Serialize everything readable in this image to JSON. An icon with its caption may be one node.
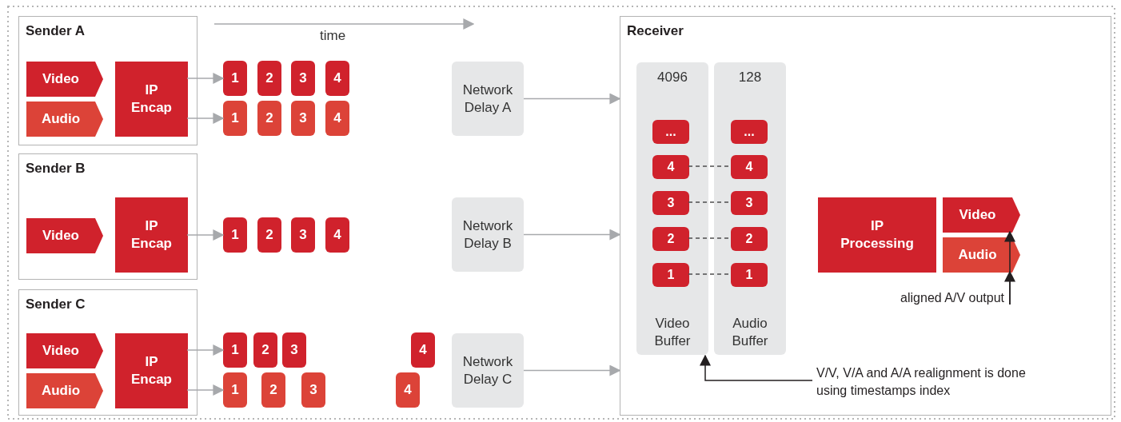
{
  "diagram": {
    "nodes": [
      {
        "text": [
          "Sender A"
        ]
      },
      {
        "text": [
          "Video"
        ],
        "in": 0
      },
      {
        "text": [
          "Audio"
        ],
        "in": 0
      },
      {
        "text": [
          "IP Encap"
        ],
        "in": 0
      },
      {
        "text": [
          "1"
        ]
      },
      {
        "text": [
          "2"
        ]
      },
      {
        "text": [
          "3"
        ]
      },
      {
        "text": [
          "4"
        ]
      },
      {
        "text": [
          "1"
        ]
      },
      {
        "text": [
          "2"
        ]
      },
      {
        "text": [
          "3"
        ]
      },
      {
        "text": [
          "4"
        ]
      },
      {
        "text": [
          "Sender B"
        ]
      },
      {
        "text": [
          "Video"
        ],
        "in": 12
      },
      {
        "text": [
          "IP Encap"
        ],
        "in": 12
      },
      {
        "text": [
          "1"
        ]
      },
      {
        "text": [
          "2"
        ]
      },
      {
        "text": [
          "3"
        ]
      },
      {
        "text": [
          "4"
        ]
      },
      {
        "text": [
          "Sender C"
        ]
      },
      {
        "text": [
          "Video"
        ],
        "in": 19
      },
      {
        "text": [
          "Audio"
        ],
        "in": 19
      },
      {
        "text": [
          "IP Encap"
        ],
        "in": 19
      },
      {
        "text": [
          "1"
        ]
      },
      {
        "text": [
          "2"
        ]
      },
      {
        "text": [
          "3"
        ]
      },
      {
        "text": [
          "4"
        ]
      },
      {
        "text": [
          "1"
        ]
      },
      {
        "text": [
          "2"
        ]
      },
      {
        "text": [
          "3"
        ]
      },
      {
        "text": [
          "4"
        ]
      },
      {
        "text": [
          "Network Delay A"
        ]
      },
      {
        "text": [
          "Network Delay B"
        ]
      },
      {
        "text": [
          "Network Delay C"
        ]
      },
      {
        "text": [
          "Receiver"
        ]
      },
      {
        "text": [
          "4096",
          "Video Buffer"
        ],
        "in": 34
      },
      {
        "text": [
          "..."
        ],
        "in": 35
      },
      {
        "text": [
          "4"
        ],
        "in": 35
      },
      {
        "text": [
          "3"
        ],
        "in": 35
      },
      {
        "text": [
          "2"
        ],
        "in": 35
      },
      {
        "text": [
          "1"
        ],
        "in": 35
      },
      {
        "text": [
          "128",
          "Audio Buffer"
        ],
        "in": 34
      },
      {
        "text": [
          "..."
        ],
        "in": 41
      },
      {
        "text": [
          "4"
        ],
        "in": 41
      },
      {
        "text": [
          "3"
        ],
        "in": 41
      },
      {
        "text": [
          "2"
        ],
        "in": 41
      },
      {
        "text": [
          "1"
        ],
        "in": 41
      },
      {
        "text": [
          "IP Processing"
        ],
        "in": 34
      },
      {
        "text": [
          "Video"
        ],
        "in": 34
      },
      {
        "text": [
          "Audio"
        ],
        "in": 34
      },
      {
        "text": [
          "aligned A/V output"
        ],
        "in": 34
      },
      {
        "text": [
          "V/V, V/A and A/A realignment is done using timestamps index"
        ],
        "in": 34
      }
    ],
    "edges": [
      {
        "from": 3,
        "to": 4,
        "arrow": "to"
      },
      {
        "from": 3,
        "to": 8,
        "arrow": "to"
      },
      {
        "from": 14,
        "to": 15,
        "arrow": "to"
      },
      {
        "from": 22,
        "to": 23,
        "arrow": "to"
      },
      {
        "from": 22,
        "to": 27,
        "arrow": "to"
      },
      {
        "from": 31,
        "to": 34,
        "arrow": "to"
      },
      {
        "from": 32,
        "to": 34,
        "arrow": "to"
      },
      {
        "from": 33,
        "to": 34,
        "arrow": "to"
      },
      {
        "from": 37,
        "to": 43,
        "arrow": "none",
        "style": "dashed",
        "color": "#4d4d4d"
      },
      {
        "from": 38,
        "to": 44,
        "arrow": "none",
        "style": "dashed",
        "color": "#4d4d4d"
      },
      {
        "from": 39,
        "to": 45,
        "arrow": "none",
        "style": "dashed",
        "color": "#4d4d4d"
      },
      {
        "from": 40,
        "to": 46,
        "arrow": "none",
        "style": "dashed",
        "color": "#4d4d4d"
      },
      {
        "from": 50,
        "to": 48,
        "arrow": "to",
        "color": "#231f20"
      },
      {
        "from": 50,
        "to": 49,
        "arrow": "to",
        "color": "#231f20"
      },
      {
        "from": 51,
        "to": 35,
        "arrow": "to",
        "color": "#231f20"
      }
    ],
    "labels": [
      "time"
    ]
  }
}
